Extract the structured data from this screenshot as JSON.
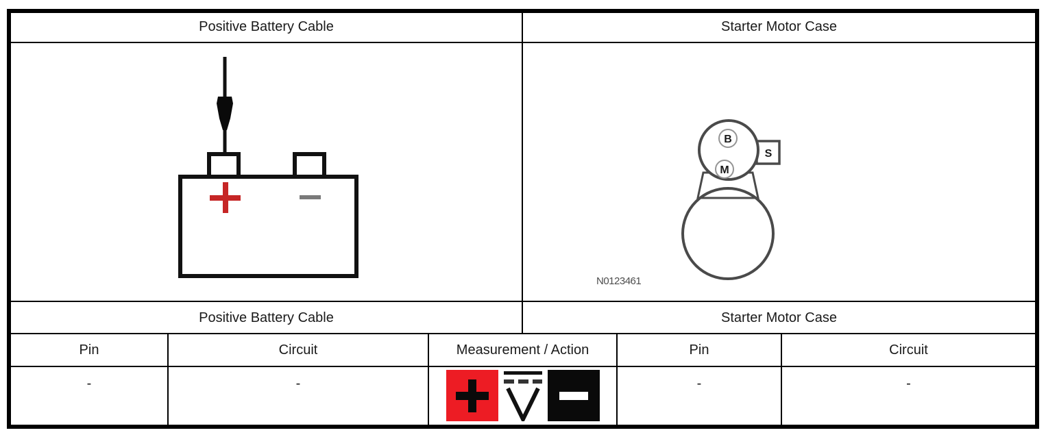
{
  "section_headers": {
    "top": {
      "left": "Positive Battery Cable",
      "right": "Starter Motor Case"
    },
    "bottom": {
      "left": "Positive Battery Cable",
      "right": "Starter Motor Case"
    }
  },
  "battery_diagram": {
    "positive_symbol": "+",
    "negative_symbol": "−",
    "plus_color": "#c62626",
    "minus_color": "#7a7a7a"
  },
  "starter_diagram": {
    "terminal_b": "B",
    "terminal_m": "M",
    "terminal_s": "S",
    "figure_code": "N0123461"
  },
  "measurement_table": {
    "headers": {
      "pin_left": "Pin",
      "circuit_left": "Circuit",
      "measurement": "Measurement / Action",
      "pin_right": "Pin",
      "circuit_right": "Circuit"
    },
    "values": {
      "pin_left": "-",
      "circuit_left": "-",
      "pin_right": "-",
      "circuit_right": "-"
    },
    "measurement_icons": {
      "positive_probe_symbol": "+",
      "positive_probe_bg": "#ed1c24",
      "dc_voltage_symbol": "V",
      "negative_probe_symbol": "−",
      "negative_probe_bg": "#0a0a0a"
    }
  }
}
